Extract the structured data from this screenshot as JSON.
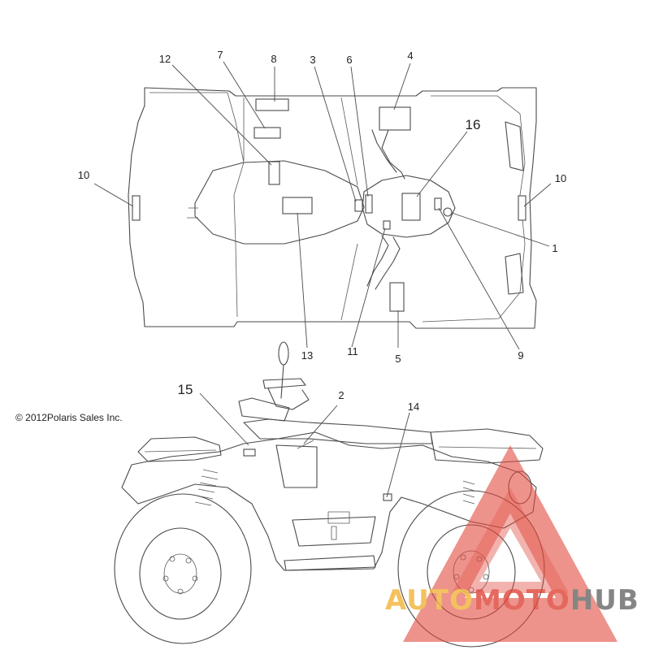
{
  "copyright": "© 2012Polaris Sales Inc.",
  "callouts": {
    "c1": "1",
    "c2": "2",
    "c3": "3",
    "c4": "4",
    "c5": "5",
    "c6": "6",
    "c7": "7",
    "c8": "8",
    "c9": "9",
    "c10a": "10",
    "c10b": "10",
    "c11": "11",
    "c12": "12",
    "c13": "13",
    "c14": "14",
    "c15": "15",
    "c16": "16"
  },
  "watermark": {
    "part1": "AUTO",
    "part2": "MOTO",
    "part3": "HUB",
    "colors": {
      "auto": "#f2b43c",
      "moto": "#e0483c",
      "hub": "#6b6b6b",
      "triangle": "#e0483c"
    }
  }
}
